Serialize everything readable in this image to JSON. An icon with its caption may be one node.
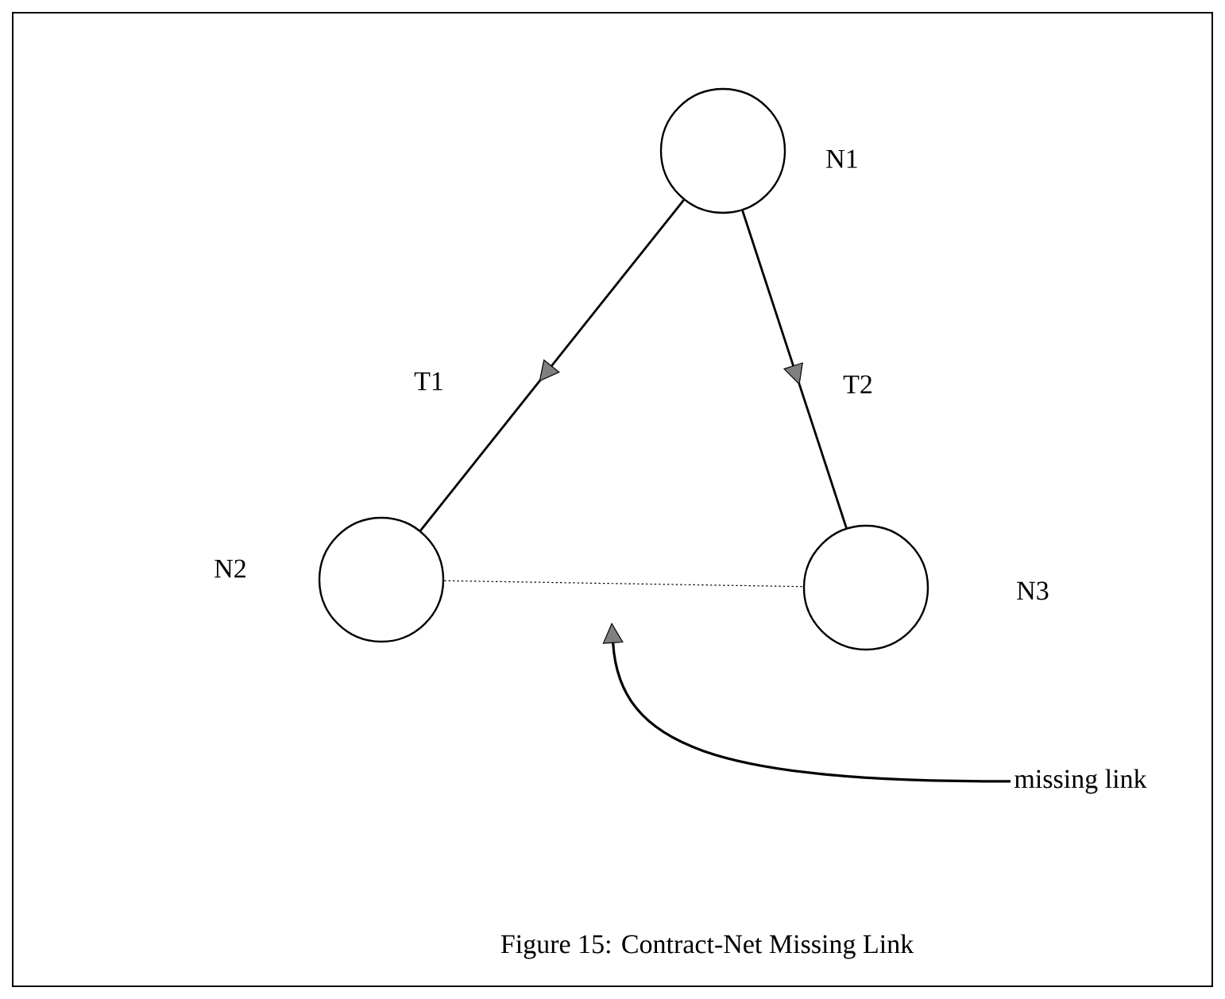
{
  "diagram": {
    "caption": "Figure 15: Contract-Net Missing Link",
    "nodes": [
      {
        "text": [],
        "shape": "circle",
        "beside": [
          "N1"
        ]
      },
      {
        "text": [],
        "shape": "circle",
        "beside": [
          "N2"
        ]
      },
      {
        "text": [],
        "shape": "circle",
        "beside": [
          "N3"
        ]
      },
      {
        "text": [
          "missing link"
        ]
      }
    ],
    "edges": [
      {
        "from": 0,
        "to": 1,
        "arrow": "to",
        "label": "T1"
      },
      {
        "from": 0,
        "to": 2,
        "arrow": "to",
        "label": "T2"
      },
      {
        "from": 1,
        "to": 2,
        "arrow": "none",
        "style": "dashed"
      },
      {
        "from": 3,
        "to": null,
        "arrow": "to"
      }
    ]
  }
}
